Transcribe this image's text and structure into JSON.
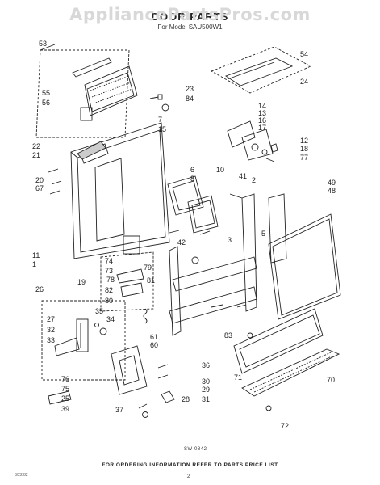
{
  "watermark": "AppliancePartsPros.com",
  "header": {
    "title": "DOOR PARTS",
    "subtitle": "For Model SAU500W1"
  },
  "diagram_code": "SW-0842",
  "footer": "FOR ORDERING INFORMATION REFER TO PARTS PRICE LIST",
  "page_number": "2",
  "corner_code": "3/22/82",
  "callouts": [
    "53",
    "54",
    "55",
    "56",
    "24",
    "23",
    "84",
    "7",
    "15",
    "14",
    "13",
    "16",
    "17",
    "12",
    "18",
    "77",
    "41",
    "10",
    "22",
    "21",
    "20",
    "67",
    "2",
    "6",
    "8",
    "49",
    "48",
    "11",
    "1",
    "42",
    "3",
    "5",
    "74",
    "73",
    "79",
    "78",
    "81",
    "19",
    "82",
    "80",
    "26",
    "27",
    "35",
    "34",
    "32",
    "33",
    "61",
    "60",
    "76",
    "75",
    "25",
    "39",
    "36",
    "30",
    "29",
    "28",
    "31",
    "37",
    "83",
    "71",
    "70",
    "72"
  ],
  "colors": {
    "ink": "#222222",
    "watermark": "#d8d8d8",
    "paper": "#ffffff"
  }
}
